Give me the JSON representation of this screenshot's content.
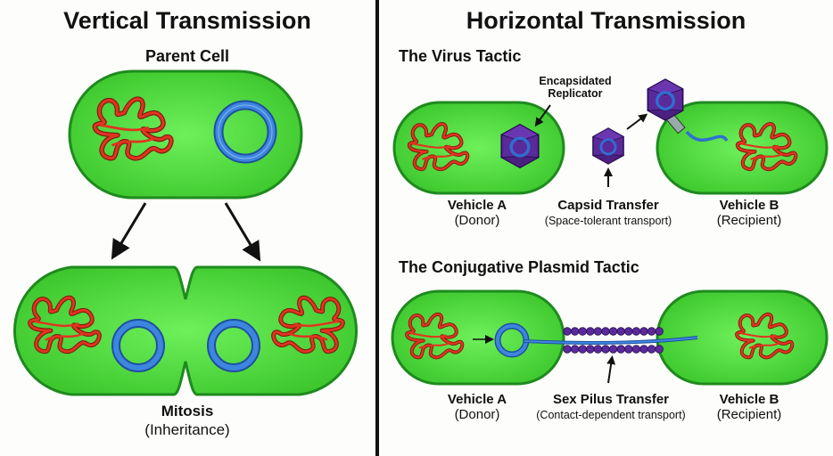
{
  "colors": {
    "cell_fill": "#4fd93a",
    "cell_stroke": "#1e8a1e",
    "chromosome": "#d6301f",
    "plasmid": "#2f6fd0",
    "capsid": "#5b2a9a",
    "pilus_bead": "#5b2a9a",
    "arrow": "#111111",
    "divider": "#111111"
  },
  "vertical": {
    "title": "Vertical Transmission",
    "parent_label": "Parent Cell",
    "result_label": "Mitosis",
    "result_sublabel": "(Inheritance)"
  },
  "horizontal": {
    "title": "Horizontal Transmission",
    "virus": {
      "title": "The Virus Tactic",
      "capsid_label_line1": "Encapsidated",
      "capsid_label_line2": "Replicator",
      "donor_label": "Vehicle A",
      "donor_role": "(Donor)",
      "transfer_label": "Capsid Transfer",
      "transfer_sublabel": "(Space-tolerant transport)",
      "recipient_label": "Vehicle B",
      "recipient_role": "(Recipient)"
    },
    "plasmid": {
      "title": "The Conjugative Plasmid Tactic",
      "donor_label": "Vehicle A",
      "donor_role": "(Donor)",
      "transfer_label": "Sex Pilus Transfer",
      "transfer_sublabel": "(Contact-dependent transport)",
      "recipient_label": "Vehicle B",
      "recipient_role": "(Recipient)"
    }
  },
  "icons": [
    "chromosome-icon",
    "plasmid-icon",
    "capsid-icon",
    "arrow-icon",
    "pilus-icon"
  ]
}
